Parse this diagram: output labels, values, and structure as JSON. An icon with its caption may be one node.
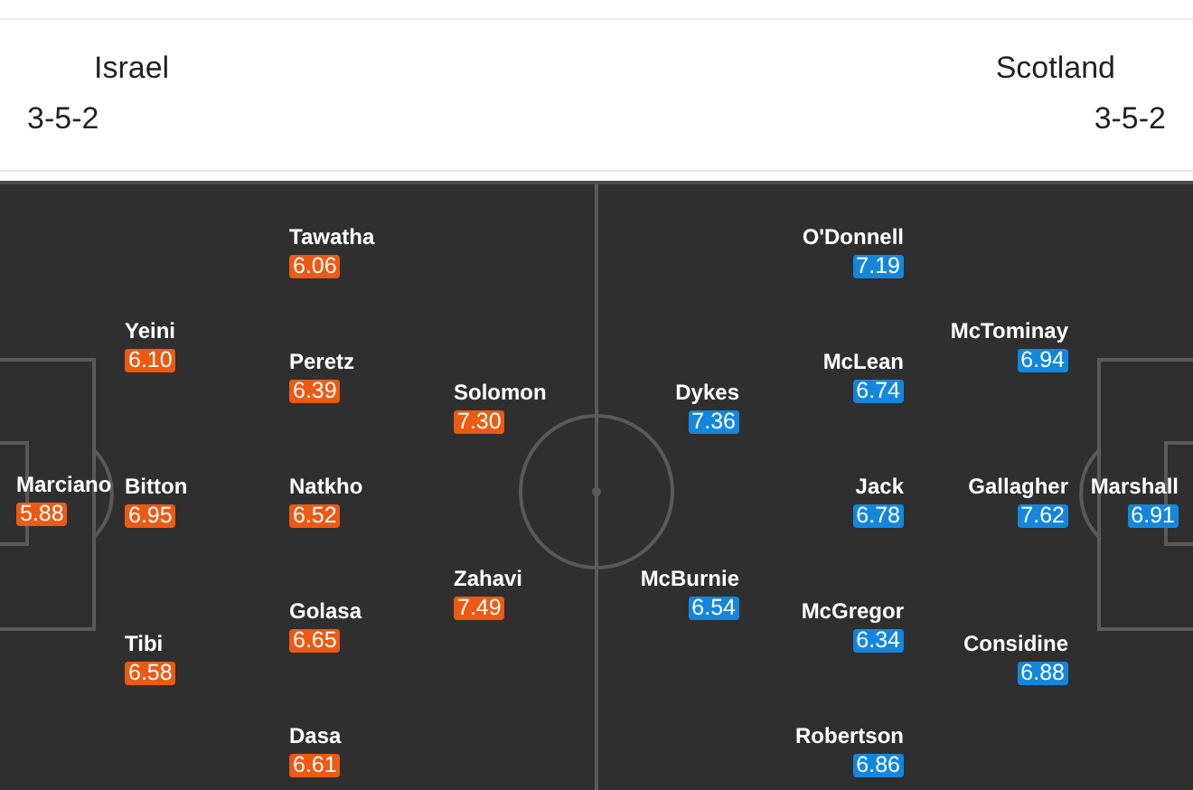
{
  "diagram": {
    "nodes": [
      {
        "text": [
          "Marciano",
          "5.88"
        ]
      },
      {
        "text": [
          "Yeini",
          "6.10"
        ]
      },
      {
        "text": [
          "Bitton",
          "6.95"
        ]
      },
      {
        "text": [
          "Tibi",
          "6.58"
        ]
      },
      {
        "text": [
          "Tawatha",
          "6.06"
        ]
      },
      {
        "text": [
          "Peretz",
          "6.39"
        ]
      },
      {
        "text": [
          "Natkho",
          "6.52"
        ]
      },
      {
        "text": [
          "Golasa",
          "6.65"
        ]
      },
      {
        "text": [
          "Dasa",
          "6.61"
        ]
      },
      {
        "text": [
          "Solomon",
          "7.30"
        ]
      },
      {
        "text": [
          "Zahavi",
          "7.49"
        ]
      },
      {
        "text": [
          "Dykes",
          "7.36"
        ]
      },
      {
        "text": [
          "McBurnie",
          "6.54"
        ]
      },
      {
        "text": [
          "O'Donnell",
          "7.19"
        ]
      },
      {
        "text": [
          "McLean",
          "6.74"
        ]
      },
      {
        "text": [
          "Jack",
          "6.78"
        ]
      },
      {
        "text": [
          "McGregor",
          "6.34"
        ]
      },
      {
        "text": [
          "Robertson",
          "6.86"
        ]
      },
      {
        "text": [
          "McTominay",
          "6.94"
        ]
      },
      {
        "text": [
          "Gallagher",
          "7.62"
        ]
      },
      {
        "text": [
          "Considine",
          "6.88"
        ]
      },
      {
        "text": [
          "Marshall",
          "6.91"
        ]
      }
    ],
    "labels": [
      "Israel",
      "Scotland",
      "3-5-2",
      "3-5-2"
    ]
  }
}
